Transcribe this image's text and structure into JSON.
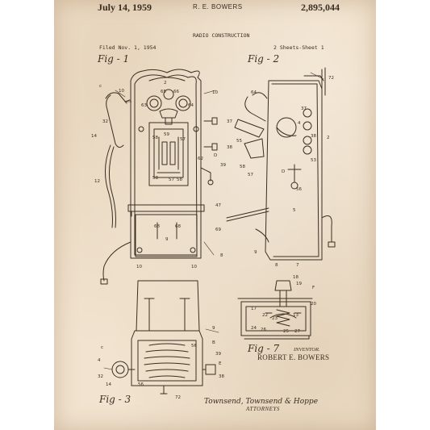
{
  "header": {
    "date": "July 14, 1959",
    "inventor": "R. E. BOWERS",
    "patent_number": "2,895,044",
    "title": "RADIO CONSTRUCTION",
    "filed": "Filed Nov. 1, 1954",
    "sheets": "2 Sheets-Sheet 1"
  },
  "figures": {
    "fig1": "Fig - 1",
    "fig2": "Fig - 2",
    "fig3": "Fig - 3",
    "fig7": "Fig - 7"
  },
  "footer": {
    "inventor_label": "INVENTOR.",
    "inventor_name": "ROBERT E. BOWERS",
    "signature": "Townsend, Townsend & Hoppe",
    "attorneys": "ATTORNEYS"
  },
  "colors": {
    "paper": "#f1e3cf",
    "ink": "#3a2e22"
  }
}
